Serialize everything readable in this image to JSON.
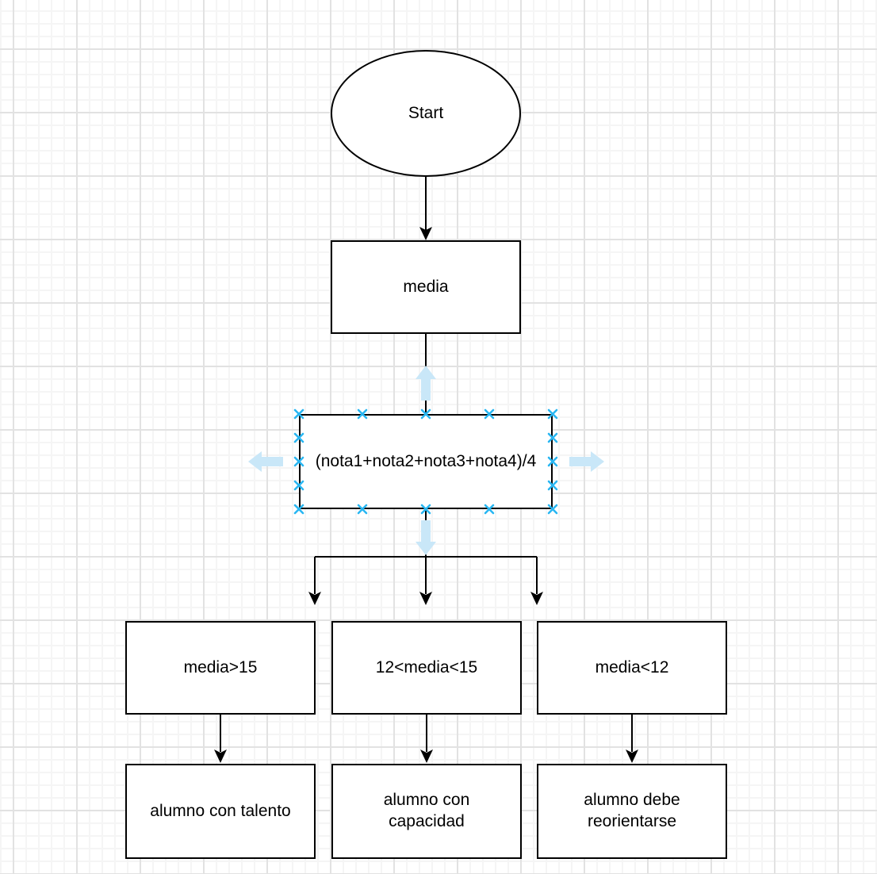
{
  "diagram": {
    "title": "flowchart-canvas",
    "nodes": {
      "start": {
        "label": "Start",
        "shape": "ellipse"
      },
      "media": {
        "label": "media",
        "shape": "rectangle"
      },
      "formula": {
        "label": "(nota1+nota2+nota3+nota4)/4",
        "shape": "rectangle",
        "hovered": true
      },
      "cond_high": {
        "label": "media>15",
        "shape": "rectangle"
      },
      "cond_mid": {
        "label": "12<media<15",
        "shape": "rectangle"
      },
      "cond_low": {
        "label": "media<12",
        "shape": "rectangle"
      },
      "result_high": {
        "label": "alumno con talento",
        "shape": "rectangle"
      },
      "result_mid": {
        "label": "alumno con capacidad",
        "shape": "rectangle"
      },
      "result_low": {
        "label": "alumno debe reorientarse",
        "shape": "rectangle"
      }
    },
    "hover_state": {
      "node": "formula",
      "connection_points": "x-markers on all four edges",
      "direction_arrows": [
        "up",
        "down",
        "left",
        "right"
      ]
    },
    "colors": {
      "node_fill": "#ffffff",
      "node_border": "#000000",
      "edge": "#000000",
      "connection_point": "#29b6f2",
      "direction_arrow": "#c9e7f8",
      "grid_minor": "#f5f5f5",
      "grid_major": "#e2e2e2",
      "background": "#ffffff"
    }
  }
}
